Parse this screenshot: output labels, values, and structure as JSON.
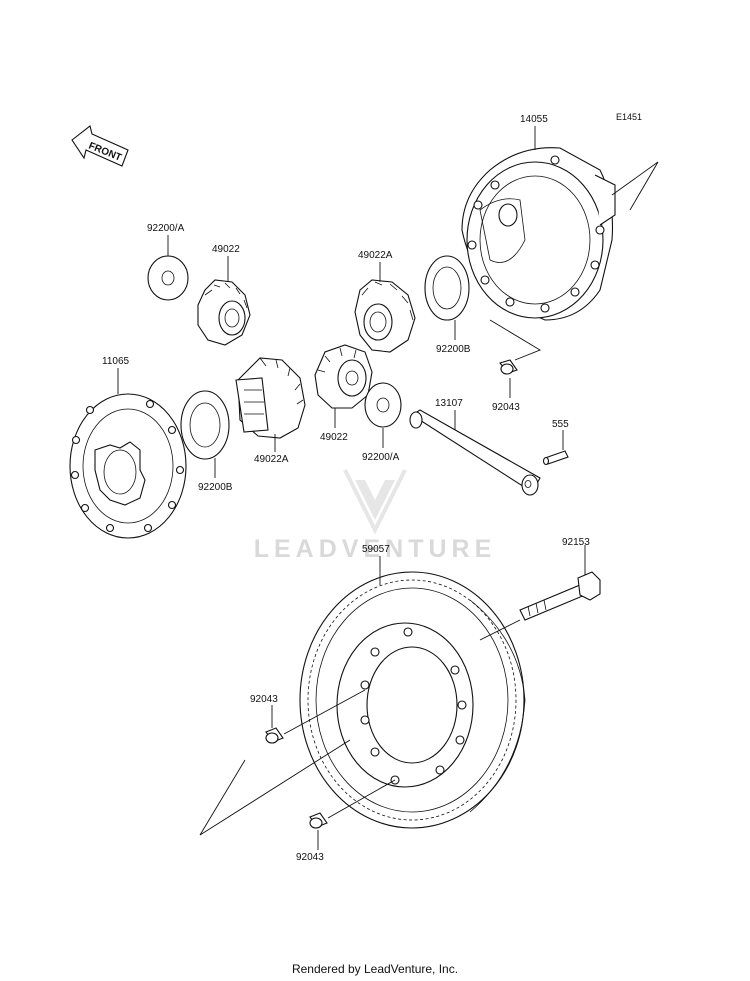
{
  "diagram": {
    "ref_code": "E1451",
    "front_label": "FRONT",
    "watermark": "LEADVENTURE",
    "footer": "Rendered by LeadVenture, Inc."
  },
  "callouts": {
    "c14055": "14055",
    "c92200a_top": "92200/A",
    "c49022_top": "49022",
    "c49022a_top": "49022A",
    "c92200b_right": "92200B",
    "c92043_right": "92043",
    "c11065": "11065",
    "c13107": "13107",
    "c555": "555",
    "c92200b_left": "92200B",
    "c49022a_bottom": "49022A",
    "c49022_bottom": "49022",
    "c92200a_bottom": "92200/A",
    "c59057": "59057",
    "c92153": "92153",
    "c92043_left": "92043",
    "c92043_bottom": "92043"
  }
}
